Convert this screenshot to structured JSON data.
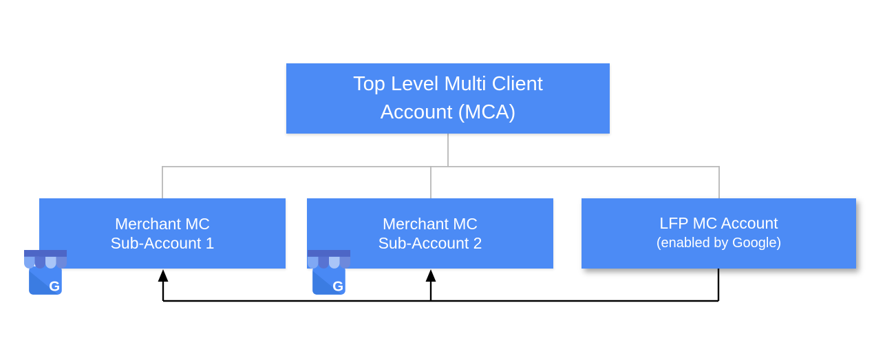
{
  "colors": {
    "page_bg": "#ffffff",
    "node_fill": "#4c8bf5",
    "node_text": "#ffffff",
    "tree_line": "#b7b7b7",
    "arrow_line": "#000000",
    "gmb_body": "#4989f5",
    "gmb_fold": "#3b7ce2",
    "gmb_bar": "#4d66c6",
    "gmb_s1": "#7fa8f4",
    "gmb_s2": "#5873d2",
    "gmb_s3": "#a9c5f8",
    "gmb_s4": "#6d89dc",
    "gmb_monogram_color": "#ffffff"
  },
  "nodes": {
    "mca": {
      "line1": "Top Level Multi Client",
      "line2": "Account (MCA)"
    },
    "sub1": {
      "line1": "Merchant MC",
      "line2": "Sub-Account 1"
    },
    "sub2": {
      "line1": "Merchant MC",
      "line2": "Sub-Account 2"
    },
    "lfp": {
      "line1": "LFP MC Account",
      "line2": "(enabled by Google)"
    }
  },
  "icons": {
    "gmb": {
      "name": "google-my-business-icon",
      "monogram": "G"
    }
  }
}
